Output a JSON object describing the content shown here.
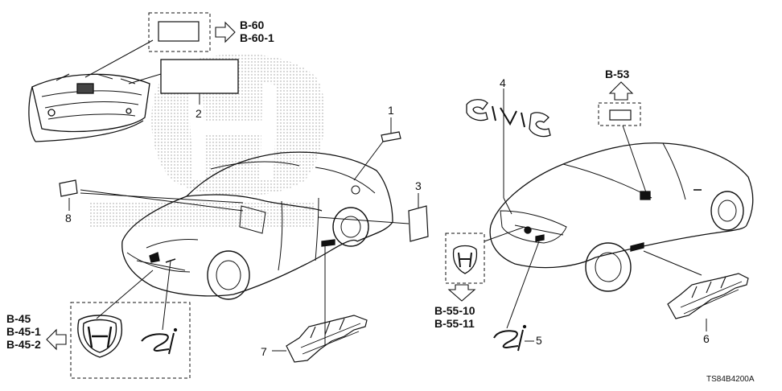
{
  "part_numbers": {
    "p1": "1",
    "p2": "2",
    "p3": "3",
    "p4": "4",
    "p5": "5",
    "p6": "6",
    "p7": "7",
    "p8": "8"
  },
  "references": {
    "hood_ref_line1": "B-60",
    "hood_ref_line2": "B-60-1",
    "rear_ref": "B-53",
    "trunk_ref_line1": "B-55-10",
    "trunk_ref_line2": "B-55-11",
    "front_ref_line1": "B-45",
    "front_ref_line2": "B-45-1",
    "front_ref_line3": "B-45-2"
  },
  "diagram_code": "TS84B4200A"
}
